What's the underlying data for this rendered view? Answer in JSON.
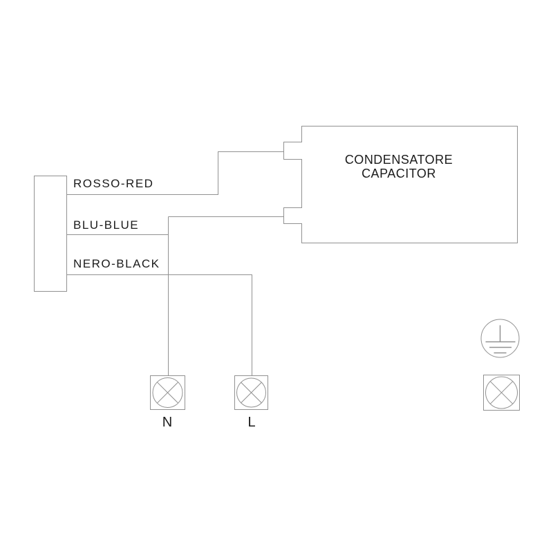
{
  "diagram": {
    "type": "wiring-schematic",
    "capacitor": {
      "label_line1": "CONDENSATORE",
      "label_line2": "CAPACITOR"
    },
    "wires": [
      {
        "id": "rosso",
        "label": "ROSSO-RED",
        "connects": "device to capacitor top terminal"
      },
      {
        "id": "blu",
        "label": "BLU-BLUE",
        "connects": "device to capacitor bottom terminal and N terminal"
      },
      {
        "id": "nero",
        "label": "NERO-BLACK",
        "connects": "device to L terminal"
      }
    ],
    "terminals": [
      {
        "id": "neutral",
        "label": "N"
      },
      {
        "id": "line",
        "label": "L"
      }
    ],
    "legend_icons": [
      "protective-earth-icon",
      "lamp-terminal-icon"
    ],
    "colors": {
      "line": "#919191",
      "text": "#1b1b1b",
      "background": "#ffffff"
    }
  }
}
